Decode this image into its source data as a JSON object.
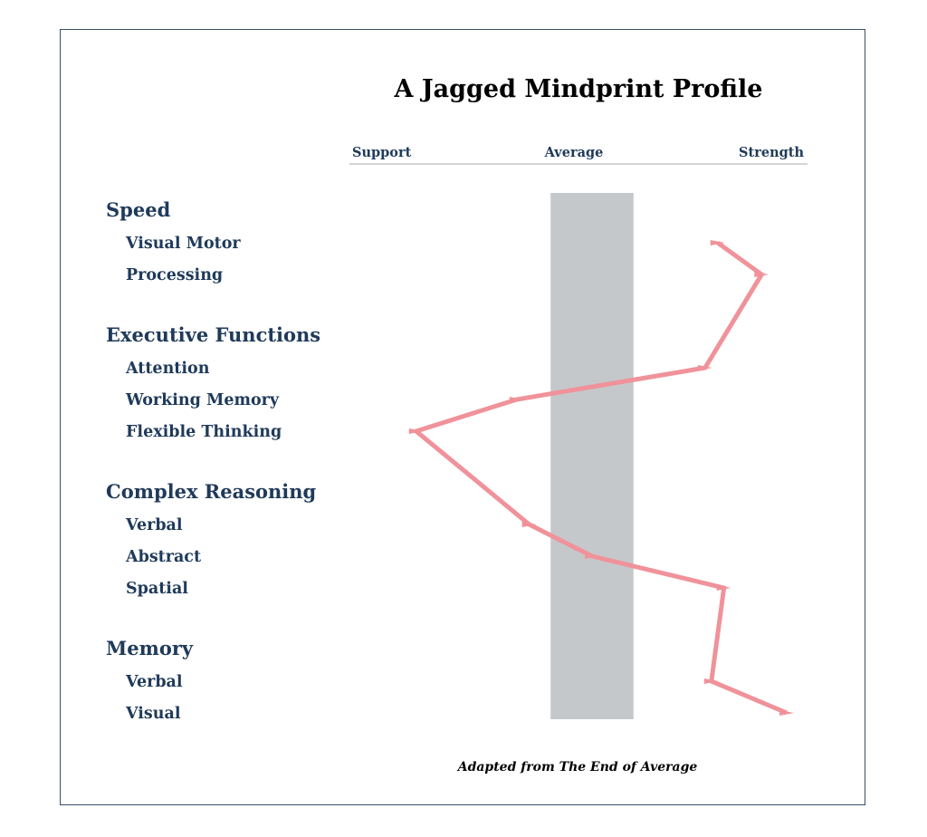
{
  "chart_data": {
    "type": "line",
    "title": "A Jagged Mindprint Profile",
    "scale_labels": [
      "Support",
      "Average",
      "Strength"
    ],
    "groups": [
      {
        "name": "Speed",
        "items": [
          "Visual Motor",
          "Processing"
        ]
      },
      {
        "name": "Executive Functions",
        "items": [
          "Attention",
          "Working Memory",
          "Flexible Thinking"
        ]
      },
      {
        "name": "Complex Reasoning",
        "items": [
          "Verbal",
          "Abstract",
          "Spatial"
        ]
      },
      {
        "name": "Memory",
        "items": [
          "Verbal",
          "Visual"
        ]
      }
    ],
    "series": [
      {
        "values": [
          1.0,
          1.35,
          0.9,
          -0.6,
          -1.4,
          -0.5,
          0.0,
          1.05,
          0.95,
          1.55
        ]
      }
    ],
    "average_band": [
      -0.33,
      0.33
    ],
    "xlim": [
      -1.6,
      1.6
    ],
    "caption": "Adapted from The End of Average",
    "colors": {
      "line": "#f0929a",
      "band": "#c5c8cb",
      "text": "#1f3a5a",
      "border": "#3a4f66"
    }
  }
}
